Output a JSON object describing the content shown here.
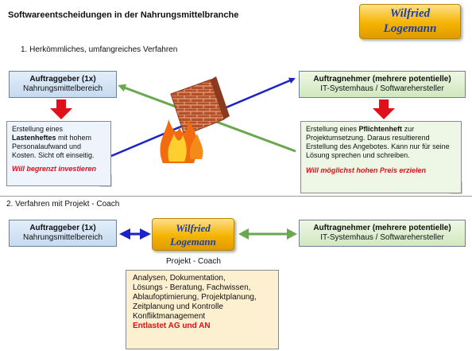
{
  "title": "Softwareentscheidungen in der Nahrungsmittelbranche",
  "logo": {
    "line1": "Wilfried",
    "line2": "Logemann"
  },
  "section1": {
    "heading": "1.     Herkömmliches, umfangreiches Verfahren",
    "ag": {
      "title": "Auftraggeber (1x)",
      "subtitle": "Nahrungsmittelbereich"
    },
    "an": {
      "title": "Auftragnehmer (mehrere potentielle)",
      "subtitle": "IT-Systemhaus / Softwarehersteller"
    },
    "note_ag": {
      "l1": "Erstellung eines",
      "l2_bold": "Lastenheftes",
      "l2_rest": " mit hohem",
      "l3": "Personalaufwand und",
      "l4": "Kosten. Sicht oft einseitig.",
      "highlight": "Will begrenzt investieren"
    },
    "note_an": {
      "l1_pre": "Erstellung eines ",
      "l1_bold": "Pflichtenheft",
      "l1_post": " zur",
      "l2": "Projektumsetzung. Daraus resultierend",
      "l3": "Erstellung des Angebotes. Kann nur für seine",
      "l4": "Lösung sprechen und schreiben.",
      "highlight": "Will möglichst hohen Preis erzielen"
    }
  },
  "section2": {
    "heading": "2. Verfahren mit Projekt - Coach",
    "ag": {
      "title": "Auftraggeber (1x)",
      "subtitle": "Nahrungsmittelbereich"
    },
    "an": {
      "title": "Auftragnehmer (mehrere potentielle)",
      "subtitle": "IT-Systemhaus / Softwarehersteller"
    },
    "coach_label": "Projekt - Coach",
    "coach_note": {
      "l1": "Analysen, Dokumentation,",
      "l2": "Lösungs - Beratung, Fachwissen,",
      "l3": "Ablaufoptimierung, Projektplanung,",
      "l4": "Zeitplanung und Kontrolle",
      "l5": "Konfliktmanagement",
      "highlight": "Entlastet AG und AN"
    }
  },
  "colors": {
    "blue_arrow": "#1a22c8",
    "green_arrow": "#6aa84f",
    "red_arrow": "#e0101b",
    "logo_text": "#1c3ea8"
  }
}
